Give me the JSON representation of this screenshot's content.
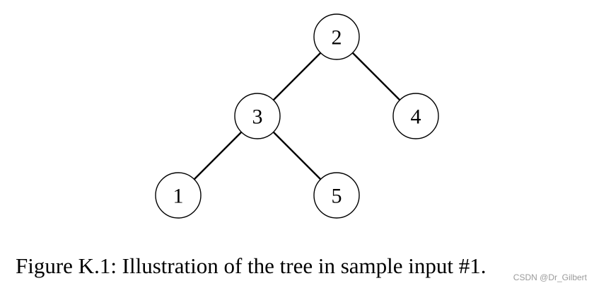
{
  "tree": {
    "nodes": [
      {
        "id": "2",
        "label": "2"
      },
      {
        "id": "3",
        "label": "3"
      },
      {
        "id": "4",
        "label": "4"
      },
      {
        "id": "1",
        "label": "1"
      },
      {
        "id": "5",
        "label": "5"
      }
    ],
    "edges": [
      {
        "from": "2",
        "to": "3"
      },
      {
        "from": "2",
        "to": "4"
      },
      {
        "from": "3",
        "to": "1"
      },
      {
        "from": "3",
        "to": "5"
      }
    ]
  },
  "caption": "Figure K.1: Illustration of the tree in sample input #1.",
  "watermark": "CSDN @Dr_Gilbert"
}
